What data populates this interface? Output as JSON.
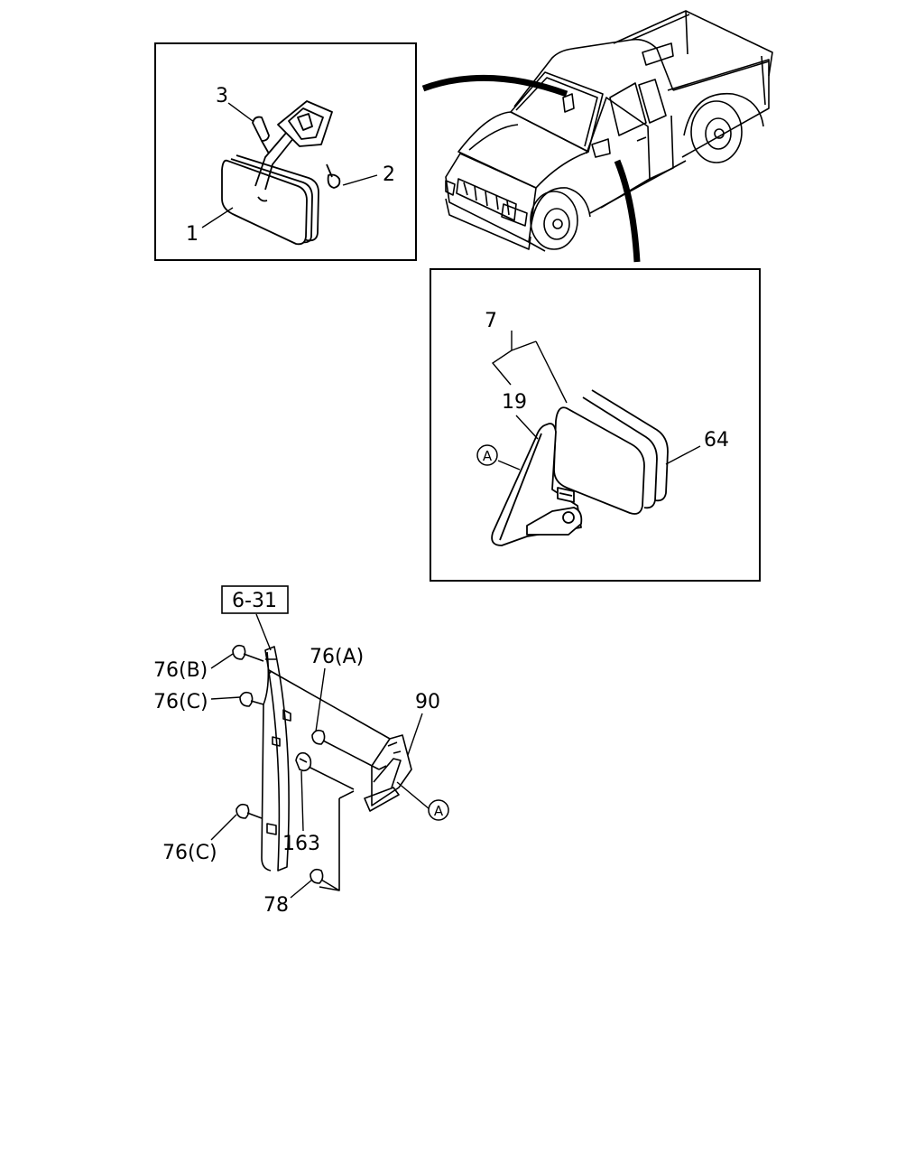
{
  "labels": {
    "rearview": {
      "n1": "1",
      "n2": "2",
      "n3": "3"
    },
    "door_mirror": {
      "n7": "7",
      "n19": "19",
      "n64": "64",
      "refA": "A"
    },
    "bracket": {
      "ref": "6-31",
      "n76a": "76(A)",
      "n76b": "76(B)",
      "n76c_top": "76(C)",
      "n76c_bottom": "76(C)",
      "n90": "90",
      "n163": "163",
      "n78": "78",
      "refA": "A"
    }
  }
}
